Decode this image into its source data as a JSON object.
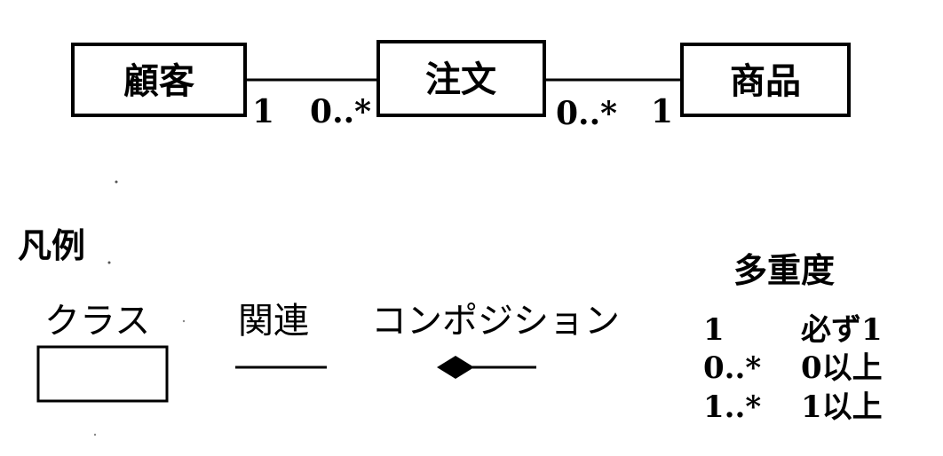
{
  "diagram": {
    "classes": [
      {
        "label": "顧客"
      },
      {
        "label": "注文"
      },
      {
        "label": "商品"
      }
    ],
    "associations": [
      {
        "from_multiplicity": "1",
        "to_multiplicity": "0..*"
      },
      {
        "from_multiplicity": "0..*",
        "to_multiplicity": "1"
      }
    ]
  },
  "legend": {
    "title": "凡例",
    "class_label": "クラス",
    "association_label": "関連",
    "composition_label": "コンポジション",
    "multiplicity": {
      "title": "多重度",
      "rows": [
        {
          "symbol": "1",
          "meaning": "必ず1"
        },
        {
          "symbol": "0..*",
          "meaning": "0以上"
        },
        {
          "symbol": "1..*",
          "meaning": "1以上"
        }
      ]
    }
  },
  "colors": {
    "ink": "#000000",
    "paper": "#ffffff"
  }
}
